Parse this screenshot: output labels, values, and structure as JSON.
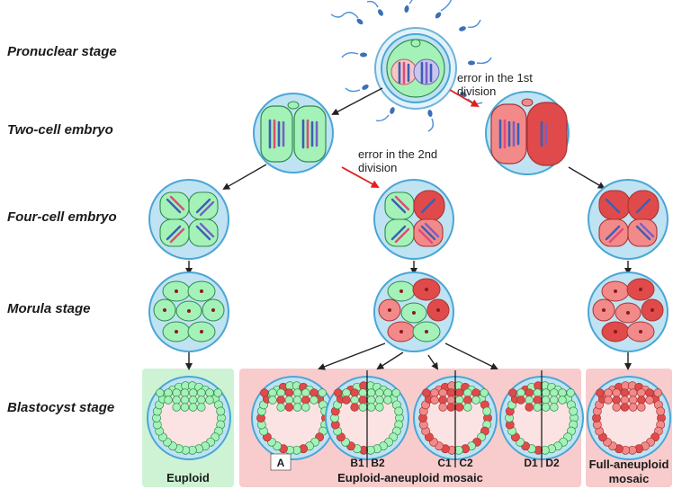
{
  "stages": {
    "pronuclear": "Pronuclear stage",
    "two_cell": "Two-cell embryo",
    "four_cell": "Four-cell embryo",
    "morula": "Morula stage",
    "blastocyst": "Blastocyst stage"
  },
  "annotations": {
    "first_line1": "error in the 1st",
    "first_line2": "division",
    "second_line1": "error in the 2nd",
    "second_line2": "division"
  },
  "outcomes": {
    "euploid": "Euploid",
    "mosaic": "Euploid-aneuploid mosaic",
    "full_line1": "Full-aneuploid",
    "full_line2": "mosaic"
  },
  "sublabels": [
    "A",
    "B1",
    "B2",
    "C1",
    "C2",
    "D1",
    "D2"
  ],
  "colors": {
    "euploid_cell": "#a4f2b8",
    "aneuploid_cell": "#f28a8a",
    "aneuploid_dark": "#e04a4a",
    "zona": "#bfe3f3",
    "zona_edge": "#4aa6d6",
    "error_arrow": "#e02020",
    "euploid_panel": "#cdf3d4",
    "aneuploid_panel": "#f8cccc"
  }
}
